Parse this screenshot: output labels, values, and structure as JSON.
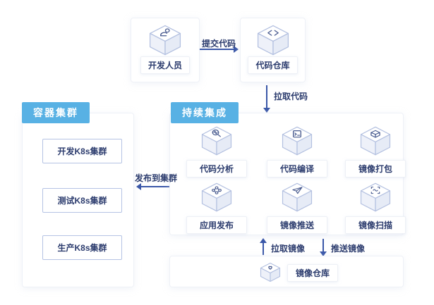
{
  "colors": {
    "tag_blue": "#58b1e4",
    "arrow_blue": "#3a57a8",
    "text_navy": "#2c3c6e",
    "cube_outline": "#b3c0e0",
    "kbox_border": "#b5c3e4"
  },
  "top_flow": {
    "developer": {
      "label": "开发人员",
      "icon": "developer-person-icon"
    },
    "code_repo": {
      "label": "代码仓库",
      "icon": "code-brackets-icon"
    },
    "submit_arrow_label": "提交代码",
    "pull_code_arrow_label": "拉取代码"
  },
  "container_cluster": {
    "title": "容器集群",
    "items": [
      {
        "label": "开发K8s集群"
      },
      {
        "label": "测试K8s集群"
      },
      {
        "label": "生产K8s集群"
      }
    ]
  },
  "deploy_arrow_label": "发布到集群",
  "ci": {
    "title": "持续集成",
    "items": [
      {
        "label": "代码分析",
        "icon": "code-analysis-magnifier-icon"
      },
      {
        "label": "代码编译",
        "icon": "code-compile-terminal-icon"
      },
      {
        "label": "镜像打包",
        "icon": "image-package-box-icon"
      },
      {
        "label": "应用发布",
        "icon": "app-release-network-icon"
      },
      {
        "label": "镜像推送",
        "icon": "image-push-paperplane-icon"
      },
      {
        "label": "镜像扫描",
        "icon": "image-scan-frame-icon"
      }
    ]
  },
  "image_repo": {
    "label": "镜像仓库",
    "icon": "image-repo-tag-icon",
    "pull_arrow_label": "拉取镜像",
    "push_arrow_label": "推送镜像"
  }
}
